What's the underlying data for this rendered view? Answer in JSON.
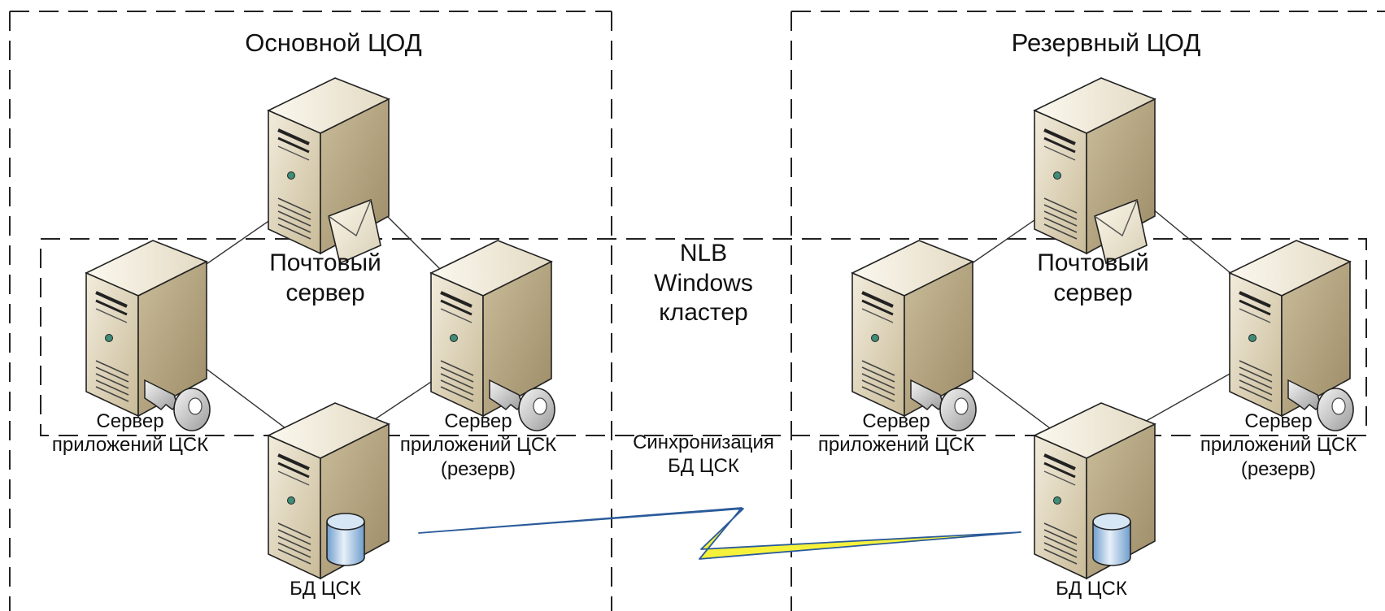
{
  "colors": {
    "server_front": "#d6cbb0",
    "server_side": "#b8a886",
    "server_top": "#efe8d6",
    "db_blue": "#8fb8de",
    "lightning": "#f5f03a",
    "dash": "#333333",
    "line": "#333333"
  },
  "datacenters": {
    "primary": {
      "title": "Основной ЦОД",
      "mail_server": "Почтовый\nсервер",
      "app_server": "Сервер\nприложений ЦСК",
      "app_server_backup": "Сервер\nприложений ЦСК\n(резерв)",
      "db": "БД ЦСК"
    },
    "backup": {
      "title": "Резервный ЦОД",
      "mail_server": "Почтовый\nсервер",
      "app_server": "Сервер\nприложений ЦСК",
      "app_server_backup": "Сервер\nприложений ЦСК\n(резерв)",
      "db": "БД ЦСК"
    }
  },
  "cluster_label": "NLB\nWindows\nкластер",
  "sync_label": "Синхронизация\nБД ЦСК",
  "icons": {
    "mail": "envelope-icon",
    "app": "key-icon",
    "db": "database-icon"
  }
}
